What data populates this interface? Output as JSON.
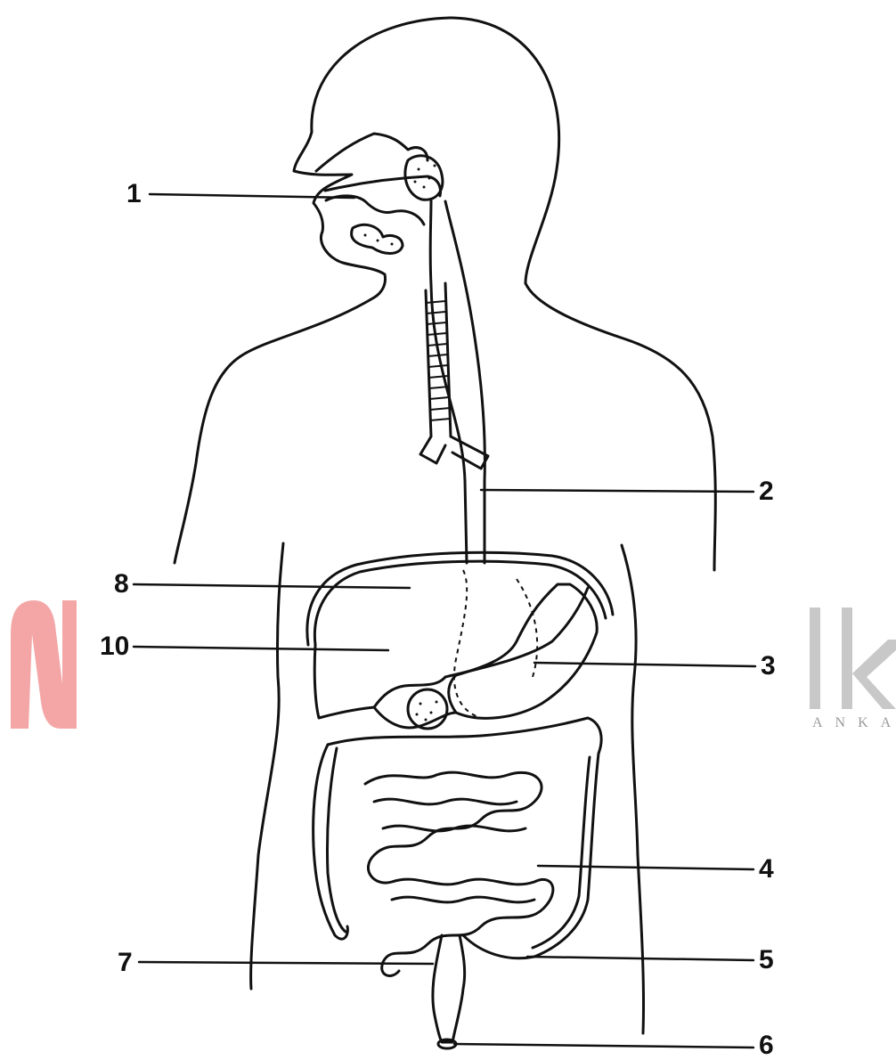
{
  "diagram": {
    "labels": [
      {
        "id": "1",
        "text": "1"
      },
      {
        "id": "2",
        "text": "2"
      },
      {
        "id": "3",
        "text": "3"
      },
      {
        "id": "4",
        "text": "4"
      },
      {
        "id": "5",
        "text": "5"
      },
      {
        "id": "6",
        "text": "6"
      },
      {
        "id": "7",
        "text": "7"
      },
      {
        "id": "8",
        "text": "8"
      },
      {
        "id": "10",
        "text": "10"
      }
    ]
  },
  "watermark": {
    "text": "ANKA",
    "colors": {
      "left_mark": "#f4a6a6",
      "right_mark": "#c8c8c8"
    }
  },
  "colors": {
    "line": "#111111",
    "background": "#ffffff"
  }
}
